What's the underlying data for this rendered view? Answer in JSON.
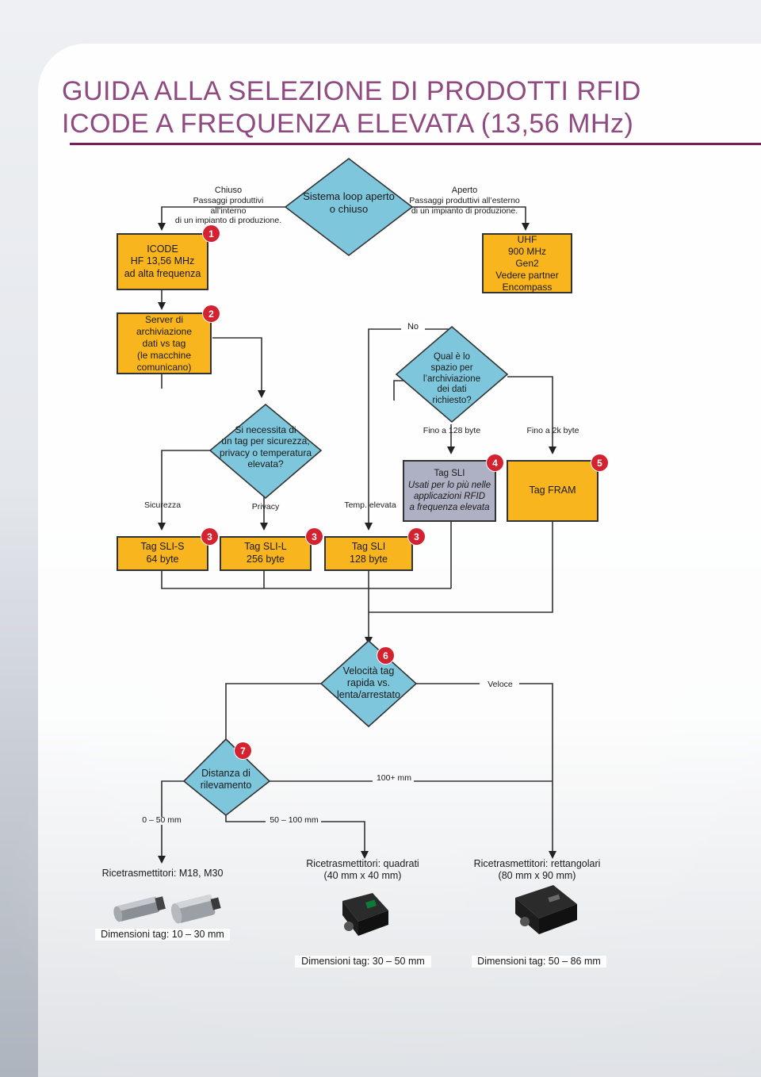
{
  "title": {
    "line1": "GUIDA ALLA SELEZIONE DI PRODOTTI RFID",
    "line2": "ICODE A FREQUENZA ELEVATA (13,56 MHz)"
  },
  "top": {
    "diamond": "Sistema loop aperto o chiuso",
    "closed_title": "Chiuso",
    "closed_line1": "Passaggi produttivi all’interno",
    "closed_line2": "di un impianto di produzione.",
    "open_title": "Aperto",
    "open_line1": "Passaggi produttivi all’esterno",
    "open_line2": "di un impianto di produzione."
  },
  "boxes": {
    "icode_l1": "ICODE",
    "icode_l2": "HF 13,56 MHz",
    "icode_l3": "ad alta frequenza",
    "uhf_l1": "UHF",
    "uhf_l2": "900 MHz",
    "uhf_l3": "Gen2",
    "uhf_l4": "Vedere partner",
    "uhf_l5": "Encompass",
    "server_l1": "Server di",
    "server_l2": "archiviazione",
    "server_l3": "dati vs tag",
    "server_l4": "(le macchine",
    "server_l5": "comunicano)",
    "sli_desc_l1": "Tag SLI",
    "sli_desc_l2": "Usati per lo più nelle",
    "sli_desc_l3": "applicazioni RFID",
    "sli_desc_l4": "a frequenza elevata",
    "fram": "Tag FRAM",
    "slis_l1": "Tag SLI-S",
    "slis_l2": "64 byte",
    "slil_l1": "Tag SLI-L",
    "slil_l2": "256 byte",
    "sli_l1": "Tag SLI",
    "sli_l2": "128 byte"
  },
  "diamonds": {
    "storage_l1": "Qual è lo",
    "storage_l2": "spazio per",
    "storage_l3": "l’archiviazione",
    "storage_l4": "dei dati",
    "storage_l5": "richiesto?",
    "security_l1": "Si necessita di",
    "security_l2": "un tag per sicurezza,",
    "security_l3": "privacy o temperatura",
    "security_l4": "elevata?",
    "speed_l1": "Velocità tag",
    "speed_l2": "rapida vs.",
    "speed_l3": "lenta/arrestato",
    "distance_l1": "Distanza di",
    "distance_l2": "rilevamento"
  },
  "labels": {
    "no": "No",
    "up_to_128": "Fino a 128 byte",
    "up_to_2k": "Fino a 2k byte",
    "security": "Sicurezza",
    "privacy": "Privacy",
    "temp": "Temp. elevata",
    "fast": "Veloce",
    "range_100": "100+ mm",
    "range_0_50": "0 – 50 mm",
    "range_50_100": "50 – 100 mm"
  },
  "badges": [
    "1",
    "2",
    "3",
    "3",
    "3",
    "4",
    "5",
    "6",
    "7"
  ],
  "readers": {
    "m18_title": "Ricetrasmettitori: M18, M30",
    "m18_tag": "Dimensioni tag: 10 – 30 mm",
    "square_l1": "Ricetrasmettitori: quadrati",
    "square_l2": "(40 mm x 40 mm)",
    "square_tag": "Dimensioni tag: 30 – 50 mm",
    "rect_l1": "Ricetrasmettitori: rettangolari",
    "rect_l2": "(80 mm x 90 mm)",
    "rect_tag": "Dimensioni tag: 50 – 86 mm"
  },
  "colors": {
    "orange": "#f9b51d",
    "diamond_blue": "#7ec6dc",
    "grey_box": "#aeb0c4",
    "badge_red": "#d32230",
    "title_purple": "#8f4a7f",
    "rule_purple": "#7a1f5c"
  }
}
